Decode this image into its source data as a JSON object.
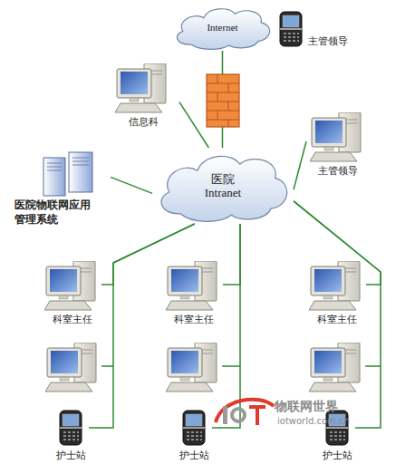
{
  "diagram": {
    "nodes": [
      {
        "text": [
          "Internet"
        ]
      },
      {
        "text": [
          "主管领导"
        ]
      },
      {
        "text": [
          "信息科"
        ]
      },
      {
        "text": [
          "主管领导"
        ]
      },
      {
        "text": [
          "医院 Intranet"
        ]
      },
      {
        "text": [
          "医院物联网应用 管理系统"
        ]
      },
      {
        "text": [
          "科室主任"
        ]
      },
      {
        "text": [
          "科室主任"
        ]
      },
      {
        "text": [
          "科室主任"
        ]
      },
      {
        "text": [
          "护士站"
        ]
      },
      {
        "text": [
          "护士站"
        ]
      },
      {
        "text": [
          "护士站"
        ]
      }
    ],
    "edges": [
      {
        "from": 0,
        "to": 4,
        "arrow": "none"
      },
      {
        "from": 4,
        "to": 2,
        "arrow": "none"
      },
      {
        "from": 4,
        "to": 3,
        "arrow": "none"
      },
      {
        "from": 4,
        "to": 5,
        "arrow": "none"
      },
      {
        "from": 4,
        "to": 6,
        "arrow": "none"
      },
      {
        "from": 4,
        "to": 7,
        "arrow": "none"
      },
      {
        "from": 4,
        "to": 8,
        "arrow": "none"
      },
      {
        "from": 4,
        "to": 9,
        "arrow": "none"
      },
      {
        "from": 4,
        "to": 10,
        "arrow": "none"
      },
      {
        "from": 4,
        "to": 11,
        "arrow": "none"
      }
    ],
    "labels": [
      "物联网世界",
      "iotworld.com.cn"
    ]
  }
}
